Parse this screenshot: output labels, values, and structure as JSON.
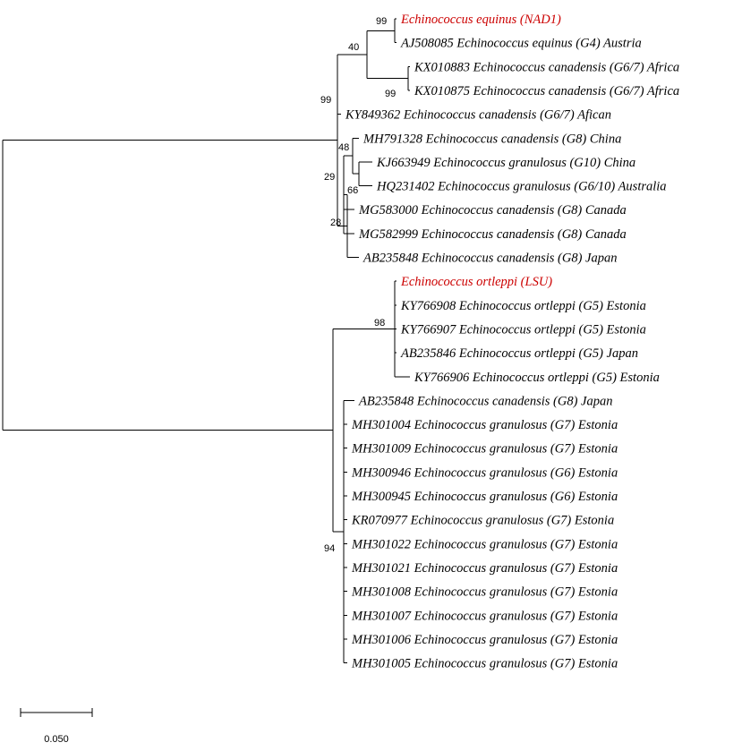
{
  "tree": {
    "colors": {
      "branch": "#000000",
      "highlight": "#cc0000"
    },
    "leaves": [
      {
        "label": "Echinococcus equinus (NAD1)",
        "highlight": true
      },
      {
        "label": "AJ508085 Echinococcus equinus (G4) Austria"
      },
      {
        "label": "KX010883 Echinococcus canadensis (G6/7) Africa"
      },
      {
        "label": "KX010875 Echinococcus canadensis (G6/7) Africa"
      },
      {
        "label": "KY849362 Echinococcus canadensis (G6/7) Afican"
      },
      {
        "label": "MH791328 Echinococcus canadensis (G8) China"
      },
      {
        "label": "KJ663949 Echinococcus granulosus (G10) China"
      },
      {
        "label": "HQ231402 Echinococcus granulosus (G6/10) Australia"
      },
      {
        "label": "MG583000 Echinococcus canadensis (G8) Canada"
      },
      {
        "label": "MG582999 Echinococcus canadensis (G8) Canada"
      },
      {
        "label": "AB235848 Echinococcus canadensis (G8) Japan"
      },
      {
        "label": "Echinococcus ortleppi (LSU)",
        "highlight": true
      },
      {
        "label": "KY766908 Echinococcus ortleppi (G5) Estonia"
      },
      {
        "label": "KY766907 Echinococcus ortleppi (G5) Estonia"
      },
      {
        "label": "AB235846 Echinococcus ortleppi (G5) Japan"
      },
      {
        "label": "KY766906 Echinococcus ortleppi (G5) Estonia"
      },
      {
        "label": "AB235848 Echinococcus canadensis (G8) Japan"
      },
      {
        "label": "MH301004 Echinococcus granulosus (G7) Estonia"
      },
      {
        "label": "MH301009 Echinococcus granulosus (G7) Estonia"
      },
      {
        "label": "MH300946 Echinococcus granulosus (G6) Estonia"
      },
      {
        "label": "MH300945 Echinococcus granulosus (G6) Estonia"
      },
      {
        "label": "KR070977 Echinococcus granulosus (G7) Estonia"
      },
      {
        "label": "MH301022 Echinococcus granulosus (G7) Estonia"
      },
      {
        "label": "MH301021 Echinococcus granulosus (G7) Estonia"
      },
      {
        "label": "MH301008 Echinococcus granulosus (G7) Estonia"
      },
      {
        "label": "MH301007 Echinococcus granulosus (G7) Estonia"
      },
      {
        "label": "MH301006 Echinococcus granulosus (G7) Estonia"
      },
      {
        "label": "MH301005 Echinococcus granulosus (G7) Estonia"
      }
    ],
    "bootstrap_values": [
      "99",
      "40",
      "99",
      "99",
      "48",
      "29",
      "66",
      "28",
      "98",
      "94"
    ],
    "scale_bar": {
      "label": "0.050"
    }
  }
}
